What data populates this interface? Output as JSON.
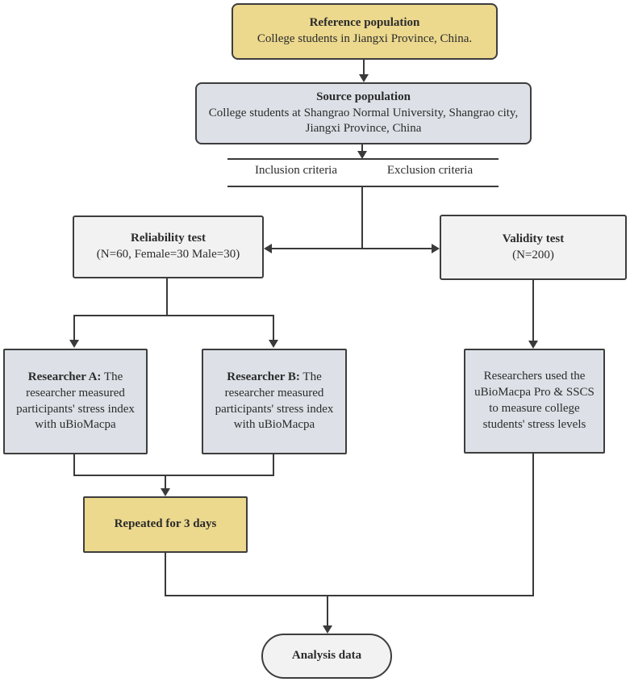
{
  "nodes": {
    "reference": {
      "title": "Reference population",
      "subtitle": "College students in Jiangxi Province, China."
    },
    "source": {
      "title": "Source population",
      "subtitle": "College students at Shangrao Normal University, Shangrao city, Jiangxi Province, China"
    },
    "criteria": {
      "inclusion": "Inclusion criteria",
      "exclusion": "Exclusion criteria"
    },
    "reliability": {
      "title": "Reliability test",
      "subtitle": "(N=60, Female=30 Male=30)"
    },
    "validity": {
      "title": "Validity test",
      "subtitle": "(N=200)"
    },
    "researcher_a": {
      "label": "Researcher A:",
      "body": " The researcher measured participants' stress index with uBioMacpa"
    },
    "researcher_b": {
      "label": "Researcher B:",
      "body": " The researcher measured participants' stress index with uBioMacpa"
    },
    "validity_method": {
      "body": "Researchers used the uBioMacpa Pro & SSCS to measure college students' stress levels"
    },
    "repeated": {
      "title": "Repeated for 3 days"
    },
    "analysis": {
      "title": "Analysis data"
    }
  },
  "colors": {
    "highlight_fill": "#ecd98e",
    "info_fill": "#dde1e7",
    "process_fill": "#f2f2f2",
    "border": "#3d3d3d",
    "line": "#3a3a3a",
    "text": "#2b2b2b"
  }
}
